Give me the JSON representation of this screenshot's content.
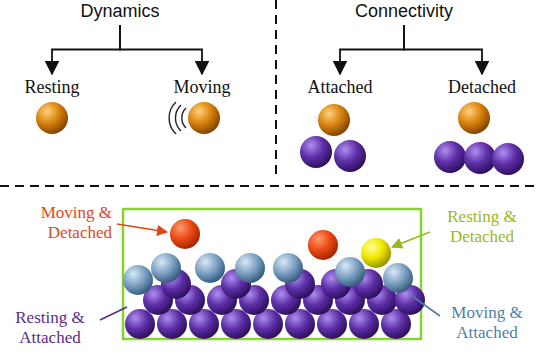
{
  "diagram": {
    "nodes": [
      {
        "text": [
          "Dynamics"
        ]
      },
      {
        "text": [
          "Resting"
        ]
      },
      {
        "text": [
          "Moving"
        ]
      },
      {
        "text": [
          "Connectivity"
        ]
      },
      {
        "text": [
          "Attached"
        ]
      },
      {
        "text": [
          "Detached"
        ]
      }
    ],
    "edges": [
      {
        "from": 0,
        "to": 1,
        "arrow": "to"
      },
      {
        "from": 0,
        "to": 2,
        "arrow": "to"
      },
      {
        "from": 3,
        "to": 4,
        "arrow": "to"
      },
      {
        "from": 3,
        "to": 5,
        "arrow": "to"
      }
    ],
    "labels": [
      "Moving & Detached",
      "Resting & Detached",
      "Resting & Attached",
      "Moving & Attached"
    ]
  }
}
